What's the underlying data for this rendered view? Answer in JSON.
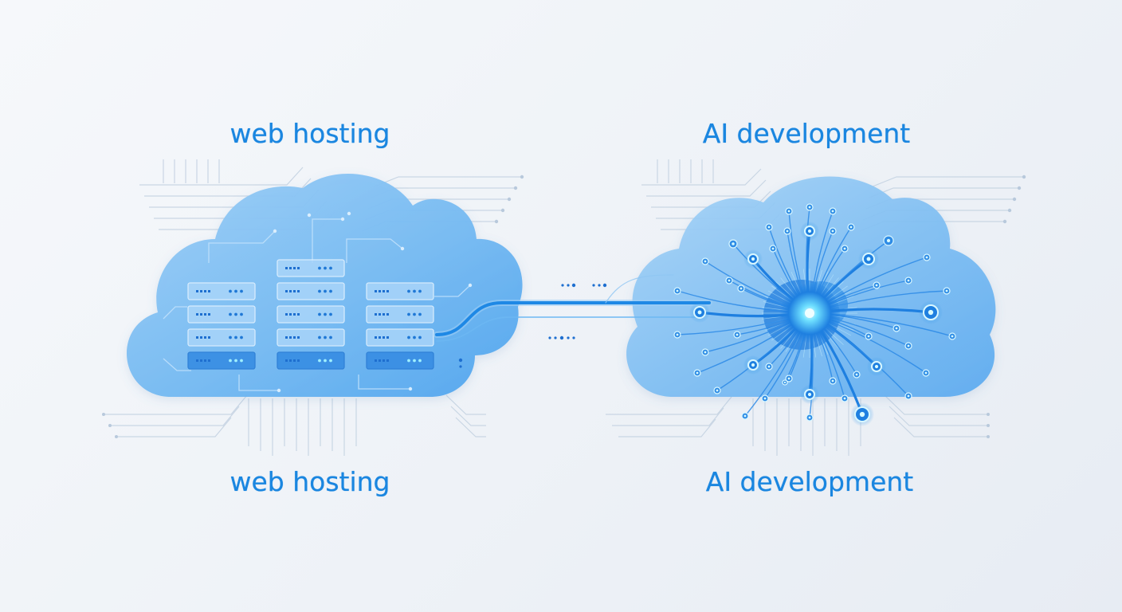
{
  "labels": {
    "left_top": "web hosting",
    "left_bottom": "web hosting",
    "right_top": "AI development",
    "right_bottom": "AI development"
  },
  "diagram": {
    "left_cloud": {
      "subject": "web hosting",
      "content": "server rack stacks",
      "rack_columns": 3
    },
    "right_cloud": {
      "subject": "AI development",
      "content": "neural network burst"
    },
    "connector": "link between clouds"
  },
  "colors": {
    "accent": "#1e88e5",
    "label_text": "#1a86e0",
    "cloud_fill": "#74b9f2",
    "cloud_deep": "#4ea4ee",
    "circuit_lines": "#c9d6e4",
    "neuron_glow": "#e9fbff"
  },
  "icons": {
    "server_unit": "server-icon",
    "neuron_node": "node-icon",
    "ai_core": "brain-icon"
  }
}
